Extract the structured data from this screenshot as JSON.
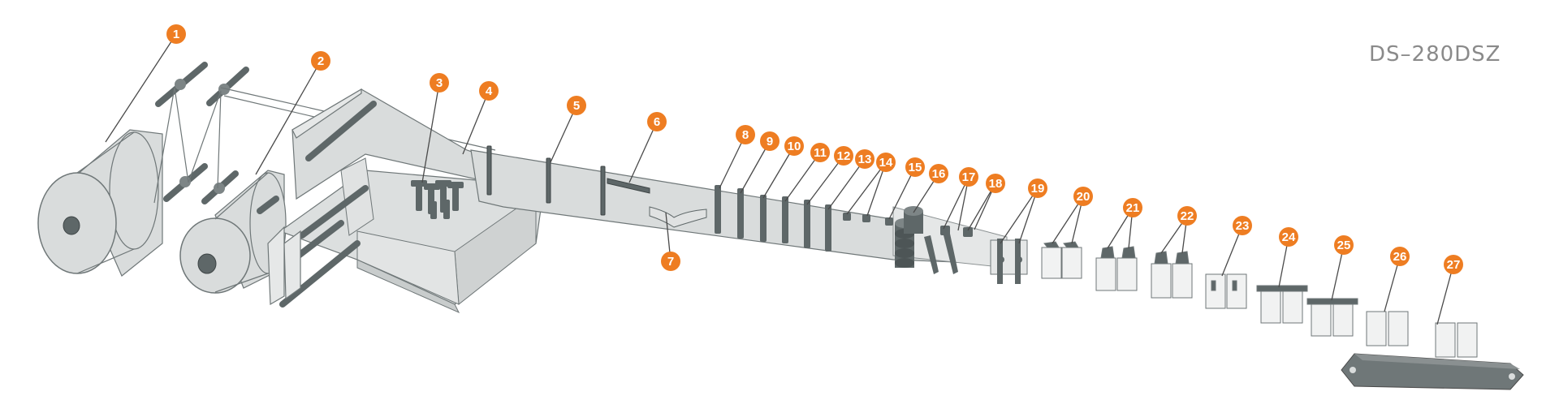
{
  "title": {
    "model": "DS–280DSZ"
  },
  "colors": {
    "badge": "#ee7d22",
    "dark_part": "#5e6768",
    "light_part": "#d9dcdc",
    "outline": "#6f7778",
    "leader": "#4a4a4a"
  },
  "callouts": [
    "1",
    "2",
    "3",
    "4",
    "5",
    "6",
    "7",
    "8",
    "9",
    "10",
    "11",
    "12",
    "13",
    "14",
    "15",
    "16",
    "17",
    "18",
    "19",
    "20",
    "21",
    "22",
    "23",
    "24",
    "25",
    "26",
    "27"
  ]
}
